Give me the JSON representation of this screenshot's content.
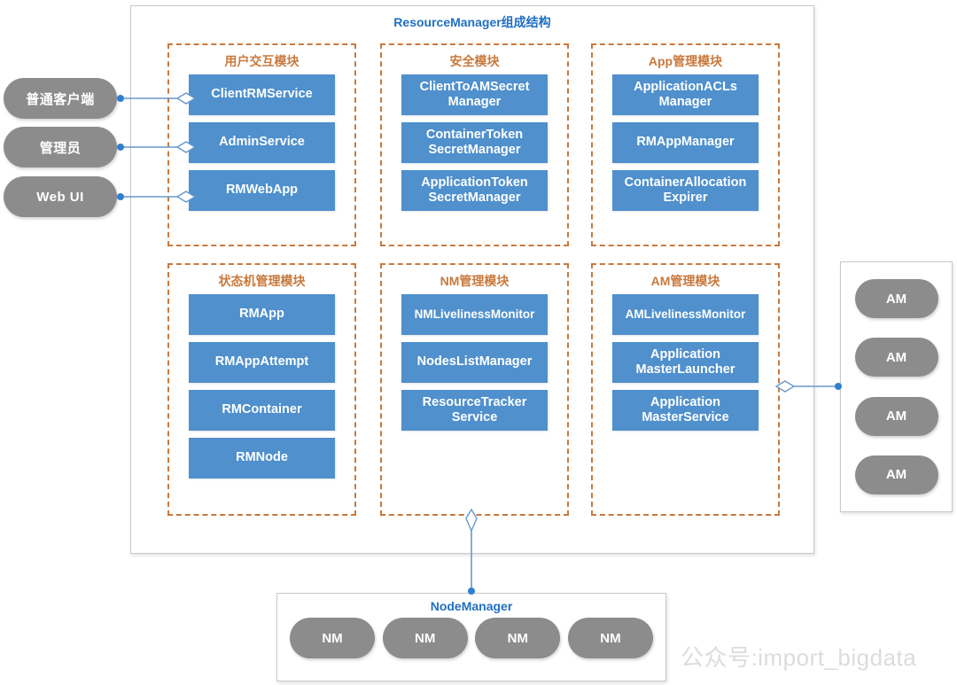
{
  "diagram": {
    "title": "ResourceManager组成结构",
    "title_color": "#1f6fc4",
    "module_border_color": "#c8793c",
    "service_box_color": "#4f90cd",
    "actor_color": "#8c8c8c",
    "connector_color": "#6699cc"
  },
  "actors": [
    {
      "label": "普通客户端"
    },
    {
      "label": "管理员"
    },
    {
      "label": "Web UI"
    }
  ],
  "modules": [
    {
      "id": "user-interaction",
      "title": "用户交互模块",
      "items": [
        {
          "label": "ClientRMService",
          "lines": 1
        },
        {
          "label": "AdminService",
          "lines": 1
        },
        {
          "label": "RMWebApp",
          "lines": 1
        }
      ]
    },
    {
      "id": "security",
      "title": "安全模块",
      "items": [
        {
          "label": "ClientToAMSecret\nManager",
          "lines": 2
        },
        {
          "label": "ContainerToken\nSecretManager",
          "lines": 2
        },
        {
          "label": "ApplicationToken\nSecretManager",
          "lines": 2
        }
      ]
    },
    {
      "id": "app-management",
      "title": "App管理模块",
      "items": [
        {
          "label": "ApplicationACLs\nManager",
          "lines": 2
        },
        {
          "label": "RMAppManager",
          "lines": 1
        },
        {
          "label": "ContainerAllocation\nExpirer",
          "lines": 2
        }
      ]
    },
    {
      "id": "state-machine",
      "title": "状态机管理模块",
      "items": [
        {
          "label": "RMApp",
          "lines": 1
        },
        {
          "label": "RMAppAttempt",
          "lines": 1
        },
        {
          "label": "RMContainer",
          "lines": 1
        },
        {
          "label": "RMNode",
          "lines": 1
        }
      ]
    },
    {
      "id": "nm-management",
      "title": "NM管理模块",
      "items": [
        {
          "label": "NMLivelinessMonitor",
          "lines": 1
        },
        {
          "label": "NodesListManager",
          "lines": 1
        },
        {
          "label": "ResourceTracker\nService",
          "lines": 2
        }
      ]
    },
    {
      "id": "am-management",
      "title": "AM管理模块",
      "items": [
        {
          "label": "AMLivelinessMonitor",
          "lines": 1
        },
        {
          "label": "Application\nMasterLauncher",
          "lines": 2
        },
        {
          "label": "Application\nMasterService",
          "lines": 2
        }
      ]
    }
  ],
  "am_cluster": {
    "nodes": [
      {
        "label": "AM"
      },
      {
        "label": "AM"
      },
      {
        "label": "AM"
      },
      {
        "label": "AM"
      }
    ]
  },
  "node_manager": {
    "title": "NodeManager",
    "nodes": [
      {
        "label": "NM"
      },
      {
        "label": "NM"
      },
      {
        "label": "NM"
      },
      {
        "label": "NM"
      }
    ]
  },
  "watermark": {
    "text": "公众号:import_bigdata"
  }
}
